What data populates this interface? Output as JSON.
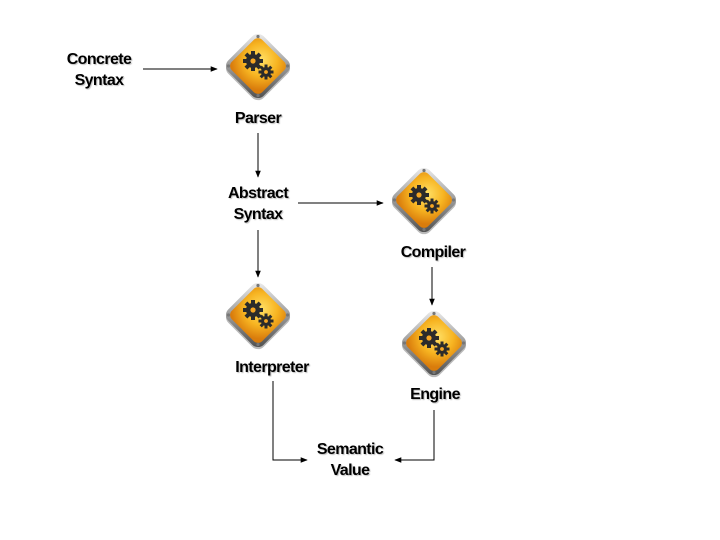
{
  "nodes": {
    "concrete_syntax": {
      "line1": "Concrete",
      "line2": "Syntax"
    },
    "parser": {
      "label": "Parser",
      "icon": "gears-icon"
    },
    "abstract_syntax": {
      "line1": "Abstract",
      "line2": "Syntax"
    },
    "compiler": {
      "label": "Compiler",
      "icon": "gears-icon"
    },
    "interpreter": {
      "label": "Interpreter",
      "icon": "gears-icon"
    },
    "engine": {
      "label": "Engine",
      "icon": "gears-icon"
    },
    "semantic_value": {
      "line1": "Semantic",
      "line2": "Value"
    }
  },
  "edges": [
    {
      "from": "concrete_syntax",
      "to": "parser"
    },
    {
      "from": "parser",
      "to": "abstract_syntax"
    },
    {
      "from": "abstract_syntax",
      "to": "compiler"
    },
    {
      "from": "abstract_syntax",
      "to": "interpreter"
    },
    {
      "from": "compiler",
      "to": "engine"
    },
    {
      "from": "interpreter",
      "to": "semantic_value"
    },
    {
      "from": "engine",
      "to": "semantic_value"
    }
  ],
  "colors": {
    "diamond_border": "#5a5a5a",
    "diamond_fill_light": "#ffd84a",
    "diamond_fill_dark": "#e08a10",
    "gear": "#2b2b2b",
    "edge": "#000000"
  }
}
